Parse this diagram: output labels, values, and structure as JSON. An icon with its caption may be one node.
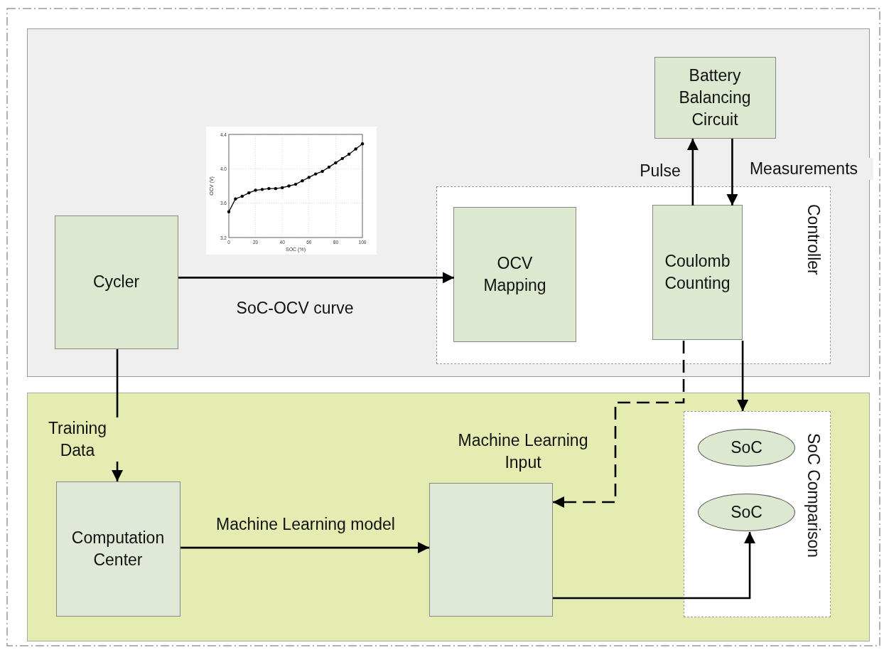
{
  "diagram": {
    "nodes": [
      {
        "text": [],
        "shape": "box"
      },
      {
        "text": [
          "Cycler"
        ],
        "in": 0
      },
      {
        "text": [
          "Battery Balancing Circuit"
        ],
        "in": 0
      },
      {
        "text": [
          "Controller"
        ],
        "in": 0
      },
      {
        "text": [
          "OCV Mapping"
        ],
        "in": 3
      },
      {
        "text": [
          "Coulomb Counting"
        ],
        "in": 3
      },
      {
        "text": [],
        "shape": "box"
      },
      {
        "text": [
          "Computation Center"
        ],
        "in": 6
      },
      {
        "text": [],
        "shape": "box",
        "in": 6
      },
      {
        "text": [
          "SoC Comparison"
        ],
        "in": 6
      },
      {
        "text": [
          "SoC"
        ],
        "in": 9
      },
      {
        "text": [
          "SoC"
        ],
        "in": 9
      }
    ],
    "edges": [
      {
        "from": 1,
        "to": 4,
        "arrow": "to",
        "label": "SoC-OCV curve"
      },
      {
        "from": 5,
        "to": 2,
        "arrow": "to",
        "label": "Pulse"
      },
      {
        "from": 2,
        "to": 5,
        "arrow": "to",
        "label": "Measurements"
      },
      {
        "from": 1,
        "to": 7,
        "arrow": "to",
        "label": "Training Data"
      },
      {
        "from": 7,
        "to": 8,
        "arrow": "to",
        "label": "Machine Learning model"
      },
      {
        "from": 5,
        "to": 8,
        "arrow": "to",
        "label": "Machine Learning Input",
        "style": "dashed"
      },
      {
        "from": 5,
        "to": 9,
        "arrow": "to"
      },
      {
        "from": 8,
        "to": 11,
        "arrow": "to"
      }
    ],
    "chart_data": {
      "type": "line",
      "xlabel": "SOC (%)",
      "ylabel": "OCV (V)",
      "x": [
        0,
        5,
        10,
        15,
        20,
        25,
        30,
        35,
        40,
        45,
        50,
        55,
        60,
        65,
        70,
        75,
        80,
        85,
        90,
        95,
        100
      ],
      "series": [
        {
          "color": "#000000",
          "values": [
            3.5,
            3.65,
            3.68,
            3.72,
            3.75,
            3.76,
            3.77,
            3.77,
            3.78,
            3.8,
            3.82,
            3.86,
            3.9,
            3.94,
            3.97,
            4.02,
            4.07,
            4.12,
            4.17,
            4.23,
            4.29
          ]
        }
      ],
      "xlim": [
        0,
        100
      ],
      "ylim": [
        3.2,
        4.4
      ],
      "xticks": [
        0,
        20,
        40,
        60,
        80,
        100
      ],
      "grid": true,
      "yticks": [
        3.2,
        3.6,
        {
          "value": 4.0,
          "label": "4.0"
        },
        4.4
      ]
    }
  }
}
